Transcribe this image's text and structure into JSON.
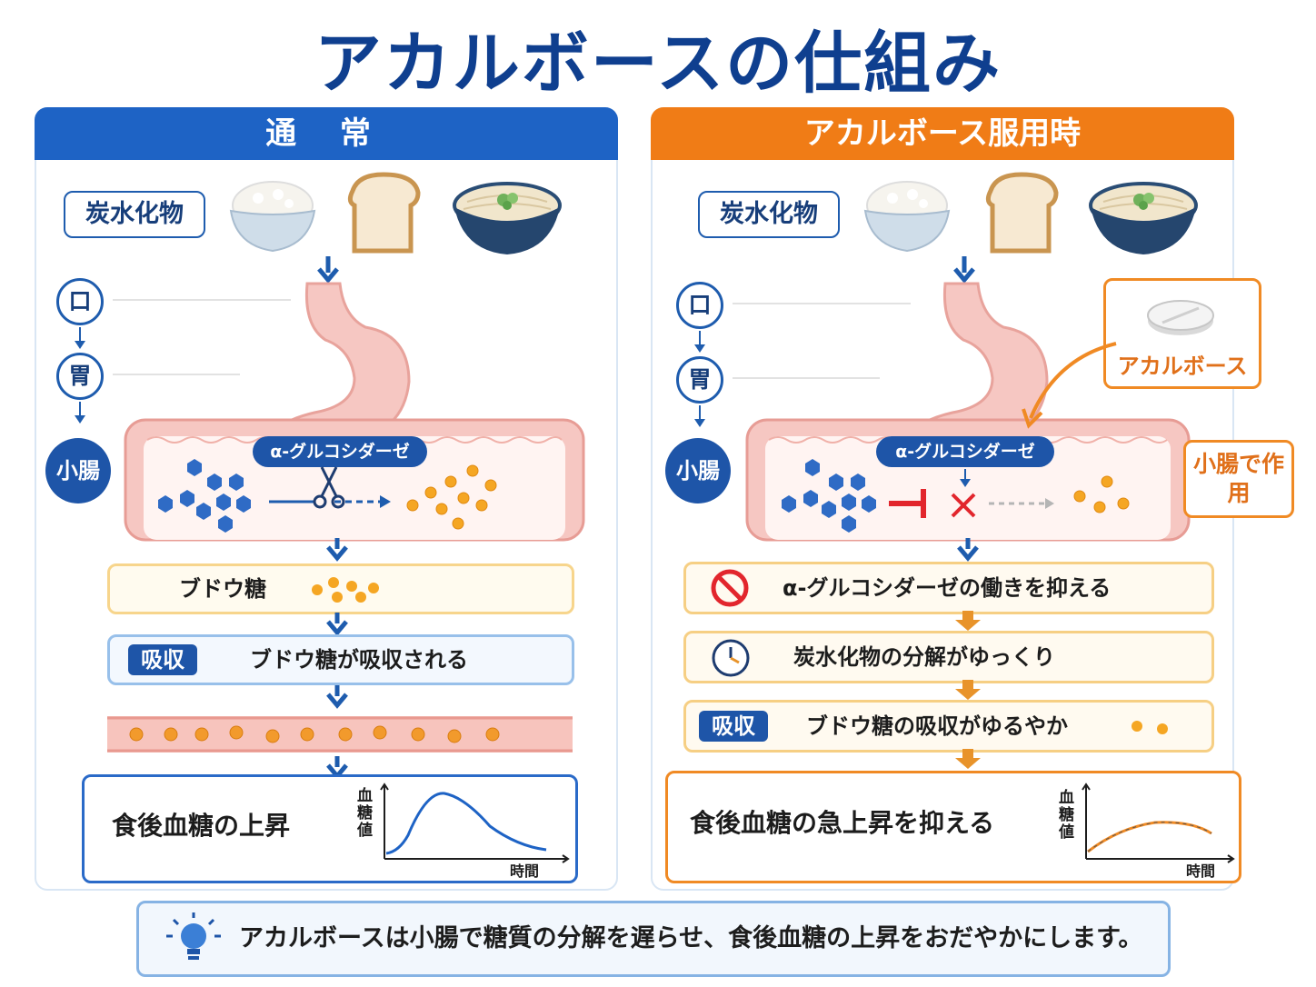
{
  "title": "アカルボースの仕組み",
  "colors": {
    "blue": "#1e63c5",
    "dark_blue": "#0f3f8f",
    "orange": "#f07c16",
    "glucose": "#f5a623",
    "carb": "#2f6bc5"
  },
  "normal": {
    "header": "通 常",
    "carb_label": "炭水化物",
    "foods": [
      "rice-bowl-icon",
      "bread-icon",
      "noodle-bowl-icon"
    ],
    "steps": {
      "mouth": "口",
      "stomach": "胃",
      "intestine": "小腸"
    },
    "enzyme": "α-グルコシダーゼ",
    "glucose_box": "ブドウ糖",
    "absorb_tag": "吸収",
    "absorb_text": "ブドウ糖が吸収される",
    "result_text": "食後血糖の上昇",
    "graph_ylabel": "血糖値",
    "graph_xlabel": "時間"
  },
  "acarbose": {
    "header": "アカルボース服用時",
    "carb_label": "炭水化物",
    "foods": [
      "rice-bowl-icon",
      "bread-icon",
      "noodle-bowl-icon"
    ],
    "steps": {
      "mouth": "口",
      "stomach": "胃",
      "intestine": "小腸"
    },
    "drug_label": "アカルボース",
    "site_label": "小腸で作用",
    "enzyme": "α-グルコシダーゼ",
    "effect1": "α-グルコシダーゼの働きを抑える",
    "effect2": "炭水化物の分解がゆっくり",
    "absorb_tag": "吸収",
    "effect3": "ブドウ糖の吸収がゆるやか",
    "result_text": "食後血糖の急上昇を抑える",
    "graph_ylabel": "血糖値",
    "graph_xlabel": "時間"
  },
  "footer": "アカルボースは小腸で糖質の分解を遅らせ、食後血糖の上昇をおだやかにします。"
}
